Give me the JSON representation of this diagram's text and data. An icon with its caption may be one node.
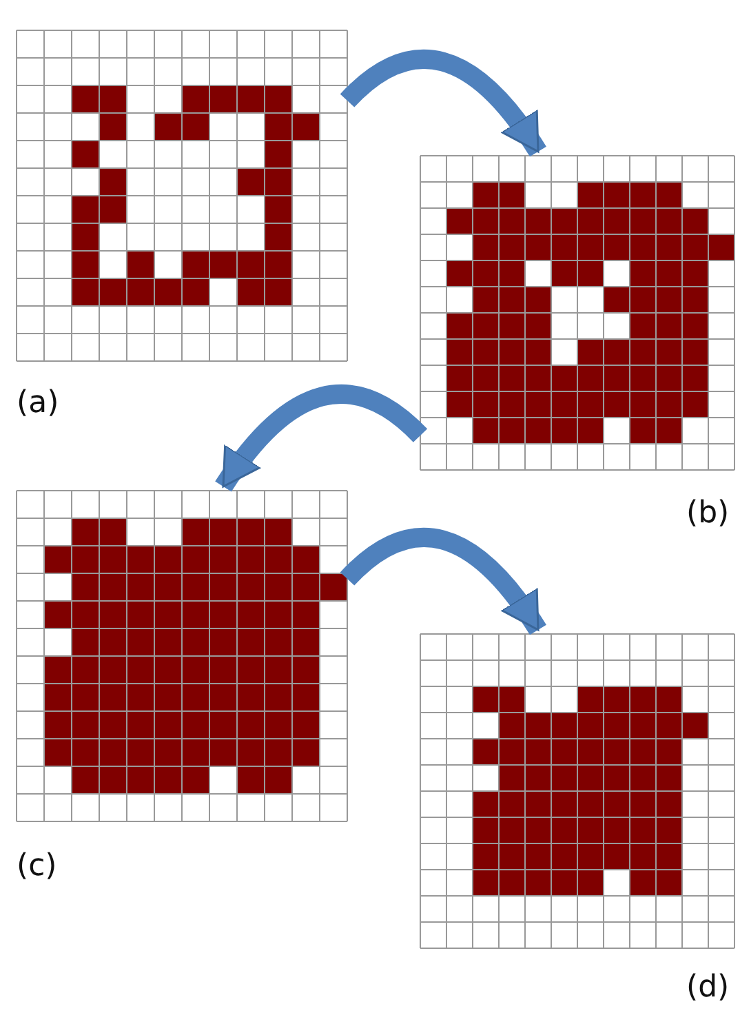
{
  "diagram": {
    "nodes": [
      {
        "text": [],
        "shape": "picture",
        "beside": [
          "(a)"
        ]
      },
      {
        "text": [],
        "shape": "picture",
        "beside": [
          "(b)"
        ]
      },
      {
        "text": [],
        "shape": "picture",
        "beside": [
          "(c)"
        ]
      },
      {
        "text": [],
        "shape": "picture",
        "beside": [
          "(d)"
        ]
      }
    ],
    "edges": [
      {
        "from": 0,
        "to": 1,
        "arrow": "to"
      },
      {
        "from": 1,
        "to": 2,
        "arrow": "to"
      },
      {
        "from": 2,
        "to": 3,
        "arrow": "to"
      }
    ]
  }
}
